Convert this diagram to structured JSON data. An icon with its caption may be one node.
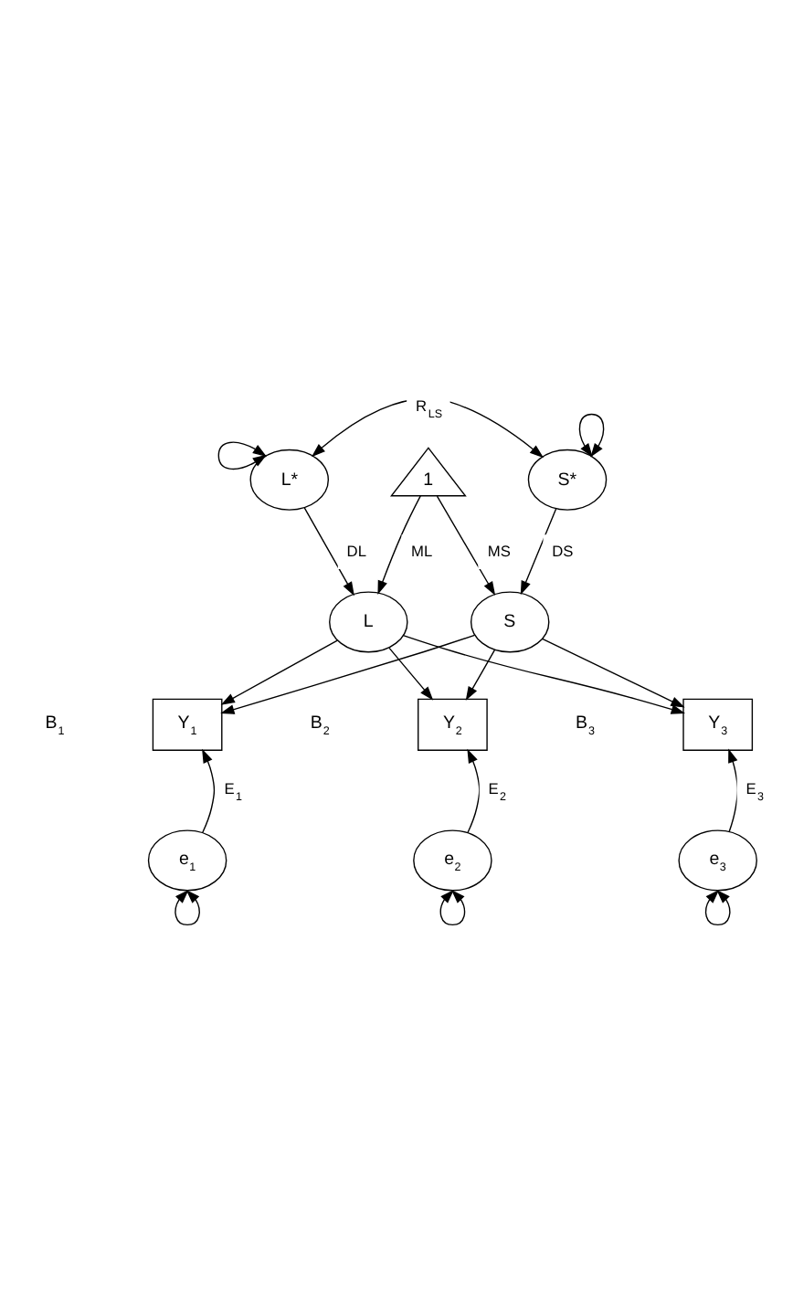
{
  "diagram": {
    "nodes": [
      {
        "text": [
          "L*"
        ]
      },
      {
        "text": [
          "S*"
        ]
      },
      {
        "text": [
          "1"
        ]
      },
      {
        "text": [
          "L"
        ]
      },
      {
        "text": [
          "S"
        ]
      },
      {
        "text": [
          "Y$_{1}$"
        ]
      },
      {
        "text": [
          "Y$_{2}$"
        ]
      },
      {
        "text": [
          "Y$_{3}$"
        ]
      },
      {
        "text": [
          "e$_{1}$"
        ]
      },
      {
        "text": [
          "e$_{2}$"
        ]
      },
      {
        "text": [
          "e$_{3}$"
        ]
      }
    ],
    "edges": [
      {
        "from": 0,
        "to": 0,
        "arrow": "both"
      },
      {
        "from": 1,
        "to": 1,
        "arrow": "both"
      },
      {
        "from": 0,
        "to": 1,
        "arrow": "both",
        "label": "R$_{LS}$"
      },
      {
        "from": 0,
        "to": 3,
        "arrow": "to",
        "label": "DL"
      },
      {
        "from": 1,
        "to": 4,
        "arrow": "to",
        "label": "DS"
      },
      {
        "from": 2,
        "to": 3,
        "arrow": "to",
        "label": "ML"
      },
      {
        "from": 2,
        "to": 4,
        "arrow": "to",
        "label": "MS"
      },
      {
        "from": 3,
        "to": 5,
        "arrow": "to"
      },
      {
        "from": 3,
        "to": 6,
        "arrow": "to"
      },
      {
        "from": 3,
        "to": 7,
        "arrow": "to"
      },
      {
        "from": 4,
        "to": 5,
        "arrow": "to"
      },
      {
        "from": 4,
        "to": 6,
        "arrow": "to"
      },
      {
        "from": 4,
        "to": 7,
        "arrow": "to"
      },
      {
        "from": 8,
        "to": 5,
        "arrow": "to",
        "label": "E$_{1}$"
      },
      {
        "from": 9,
        "to": 6,
        "arrow": "to",
        "label": "E$_{2}$"
      },
      {
        "from": 10,
        "to": 7,
        "arrow": "to",
        "label": "E$_{3}$"
      },
      {
        "from": 8,
        "to": 8,
        "arrow": "both"
      },
      {
        "from": 9,
        "to": 9,
        "arrow": "both"
      },
      {
        "from": 10,
        "to": 10,
        "arrow": "both"
      }
    ],
    "labels": [
      "B$_{1}$",
      "B$_{2}$",
      "B$_{3}$"
    ]
  }
}
